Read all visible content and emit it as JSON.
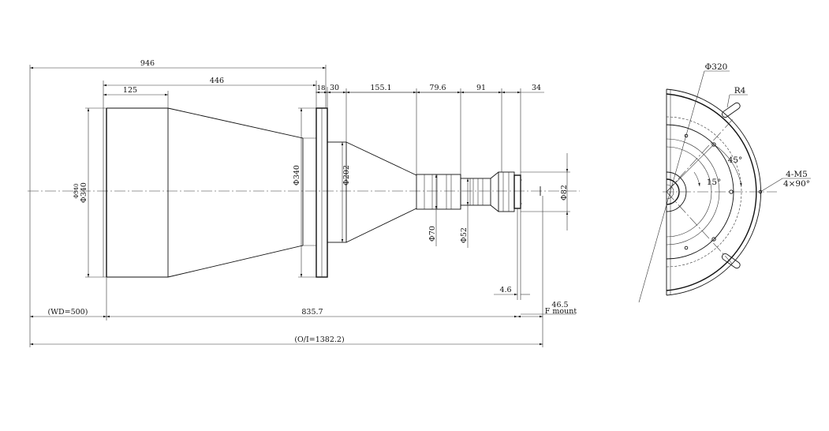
{
  "dimensions": {
    "overall_lens_length": "946",
    "body_length": "446",
    "front_tube_length": "125",
    "flange_thickness": "18",
    "d30": "30",
    "d155": "155.1",
    "d79": "79.6",
    "d91": "91",
    "d34": "34",
    "dia_front": "Φ340",
    "dia_front_left": "Φ340",
    "dia_flange": "Φ340",
    "dia_202": "Φ202",
    "dia_70": "Φ70",
    "dia_52": "Φ52",
    "dia_82": "Φ82",
    "d4_6": "4.6",
    "d46_5": "46.5",
    "f_mount": "F mount",
    "wd": "(WD=500)",
    "d835_7": "835.7",
    "oi": "(O/I=1382.2)"
  },
  "side_view": {
    "dia_320": "Φ320",
    "r4": "R4",
    "angle_45": "45°",
    "angle_15": "15°",
    "holes": "4-M5",
    "holes_spacing": "4×90°"
  }
}
